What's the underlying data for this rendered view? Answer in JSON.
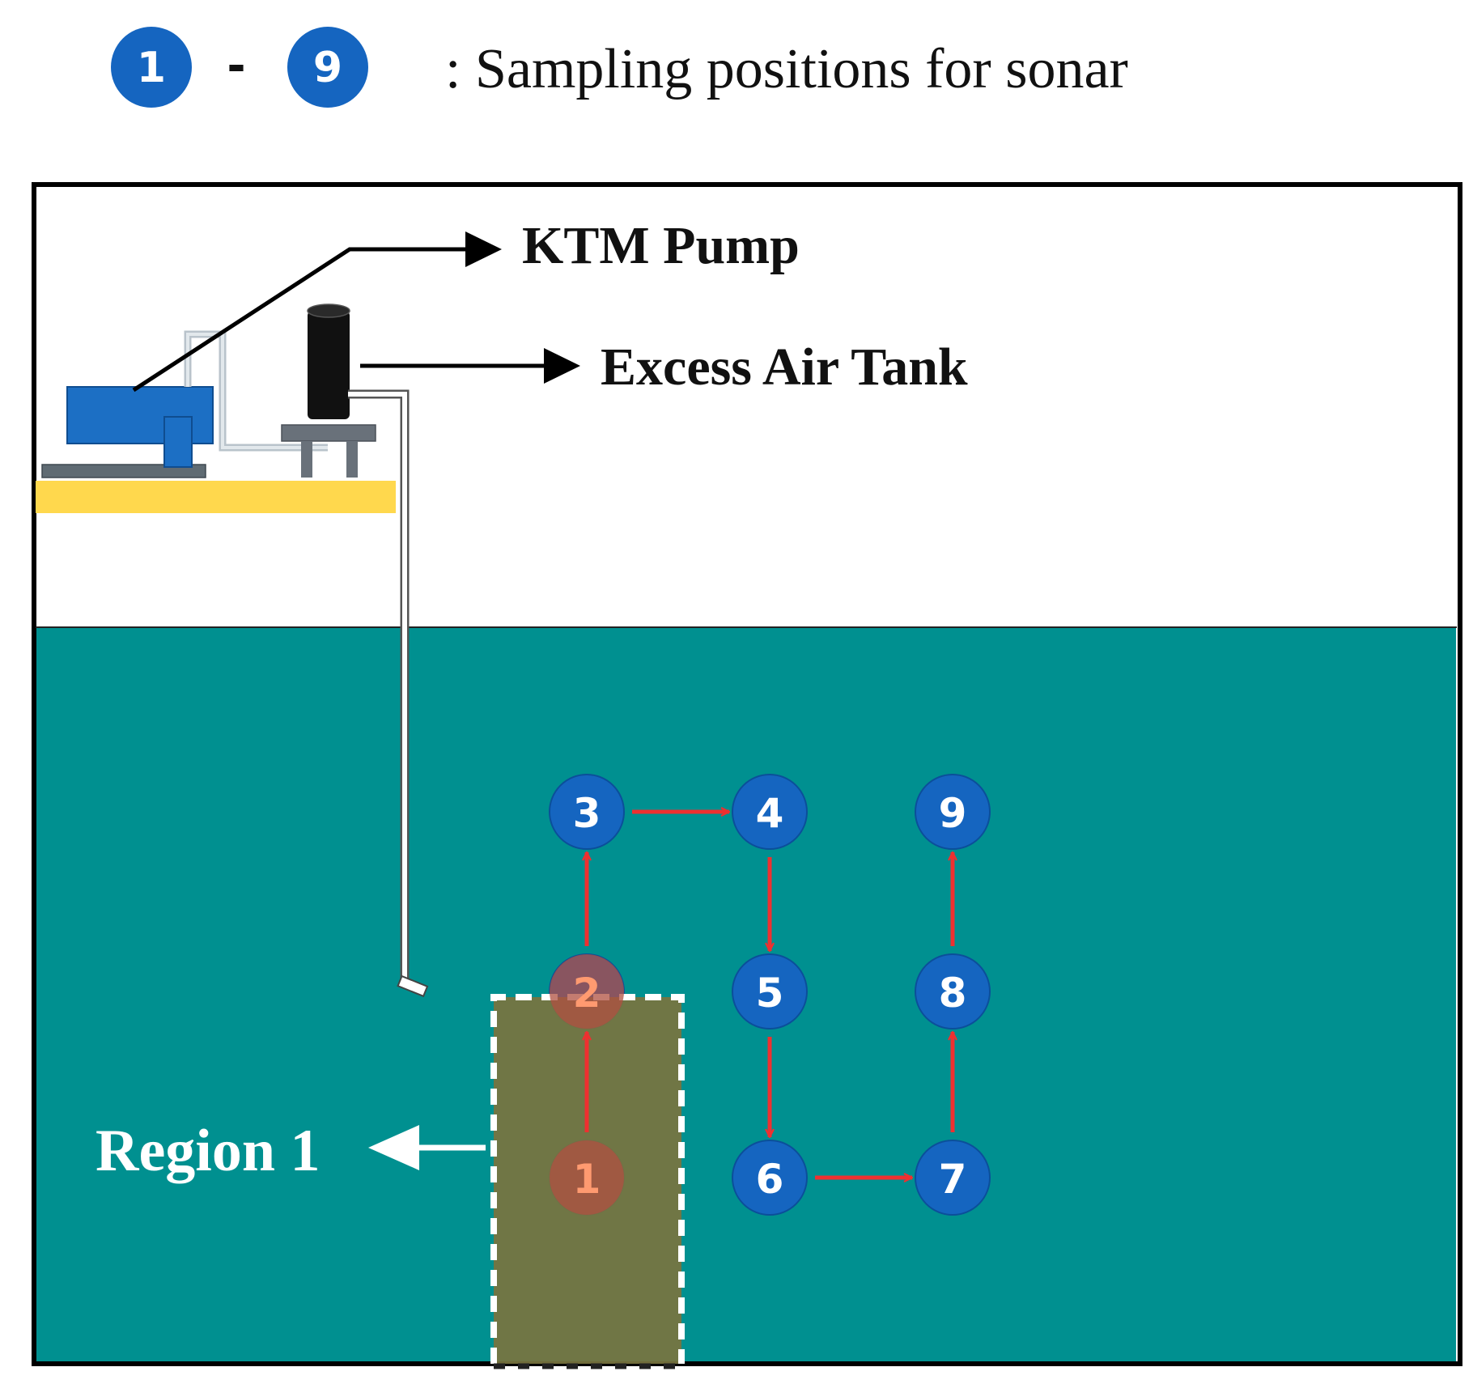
{
  "legend": {
    "first_marker": "1",
    "dash": "-",
    "last_marker": "9",
    "text": ": Sampling positions for sonar"
  },
  "labels": {
    "pump": "KTM Pump",
    "tank": "Excess Air Tank",
    "region": "Region 1"
  },
  "positions": [
    {
      "id": "1",
      "label": "1"
    },
    {
      "id": "2",
      "label": "2"
    },
    {
      "id": "3",
      "label": "3"
    },
    {
      "id": "4",
      "label": "4"
    },
    {
      "id": "5",
      "label": "5"
    },
    {
      "id": "6",
      "label": "6"
    },
    {
      "id": "7",
      "label": "7"
    },
    {
      "id": "8",
      "label": "8"
    },
    {
      "id": "9",
      "label": "9"
    }
  ],
  "path_order": [
    "1",
    "2",
    "3",
    "4",
    "5",
    "6",
    "7",
    "8",
    "9"
  ],
  "colors": {
    "marker": "#1565c0",
    "water": "#009090",
    "arrow": "#ee3030",
    "region": "#787440",
    "platform": "#ffd84d",
    "pump": "#1c6fc4"
  }
}
